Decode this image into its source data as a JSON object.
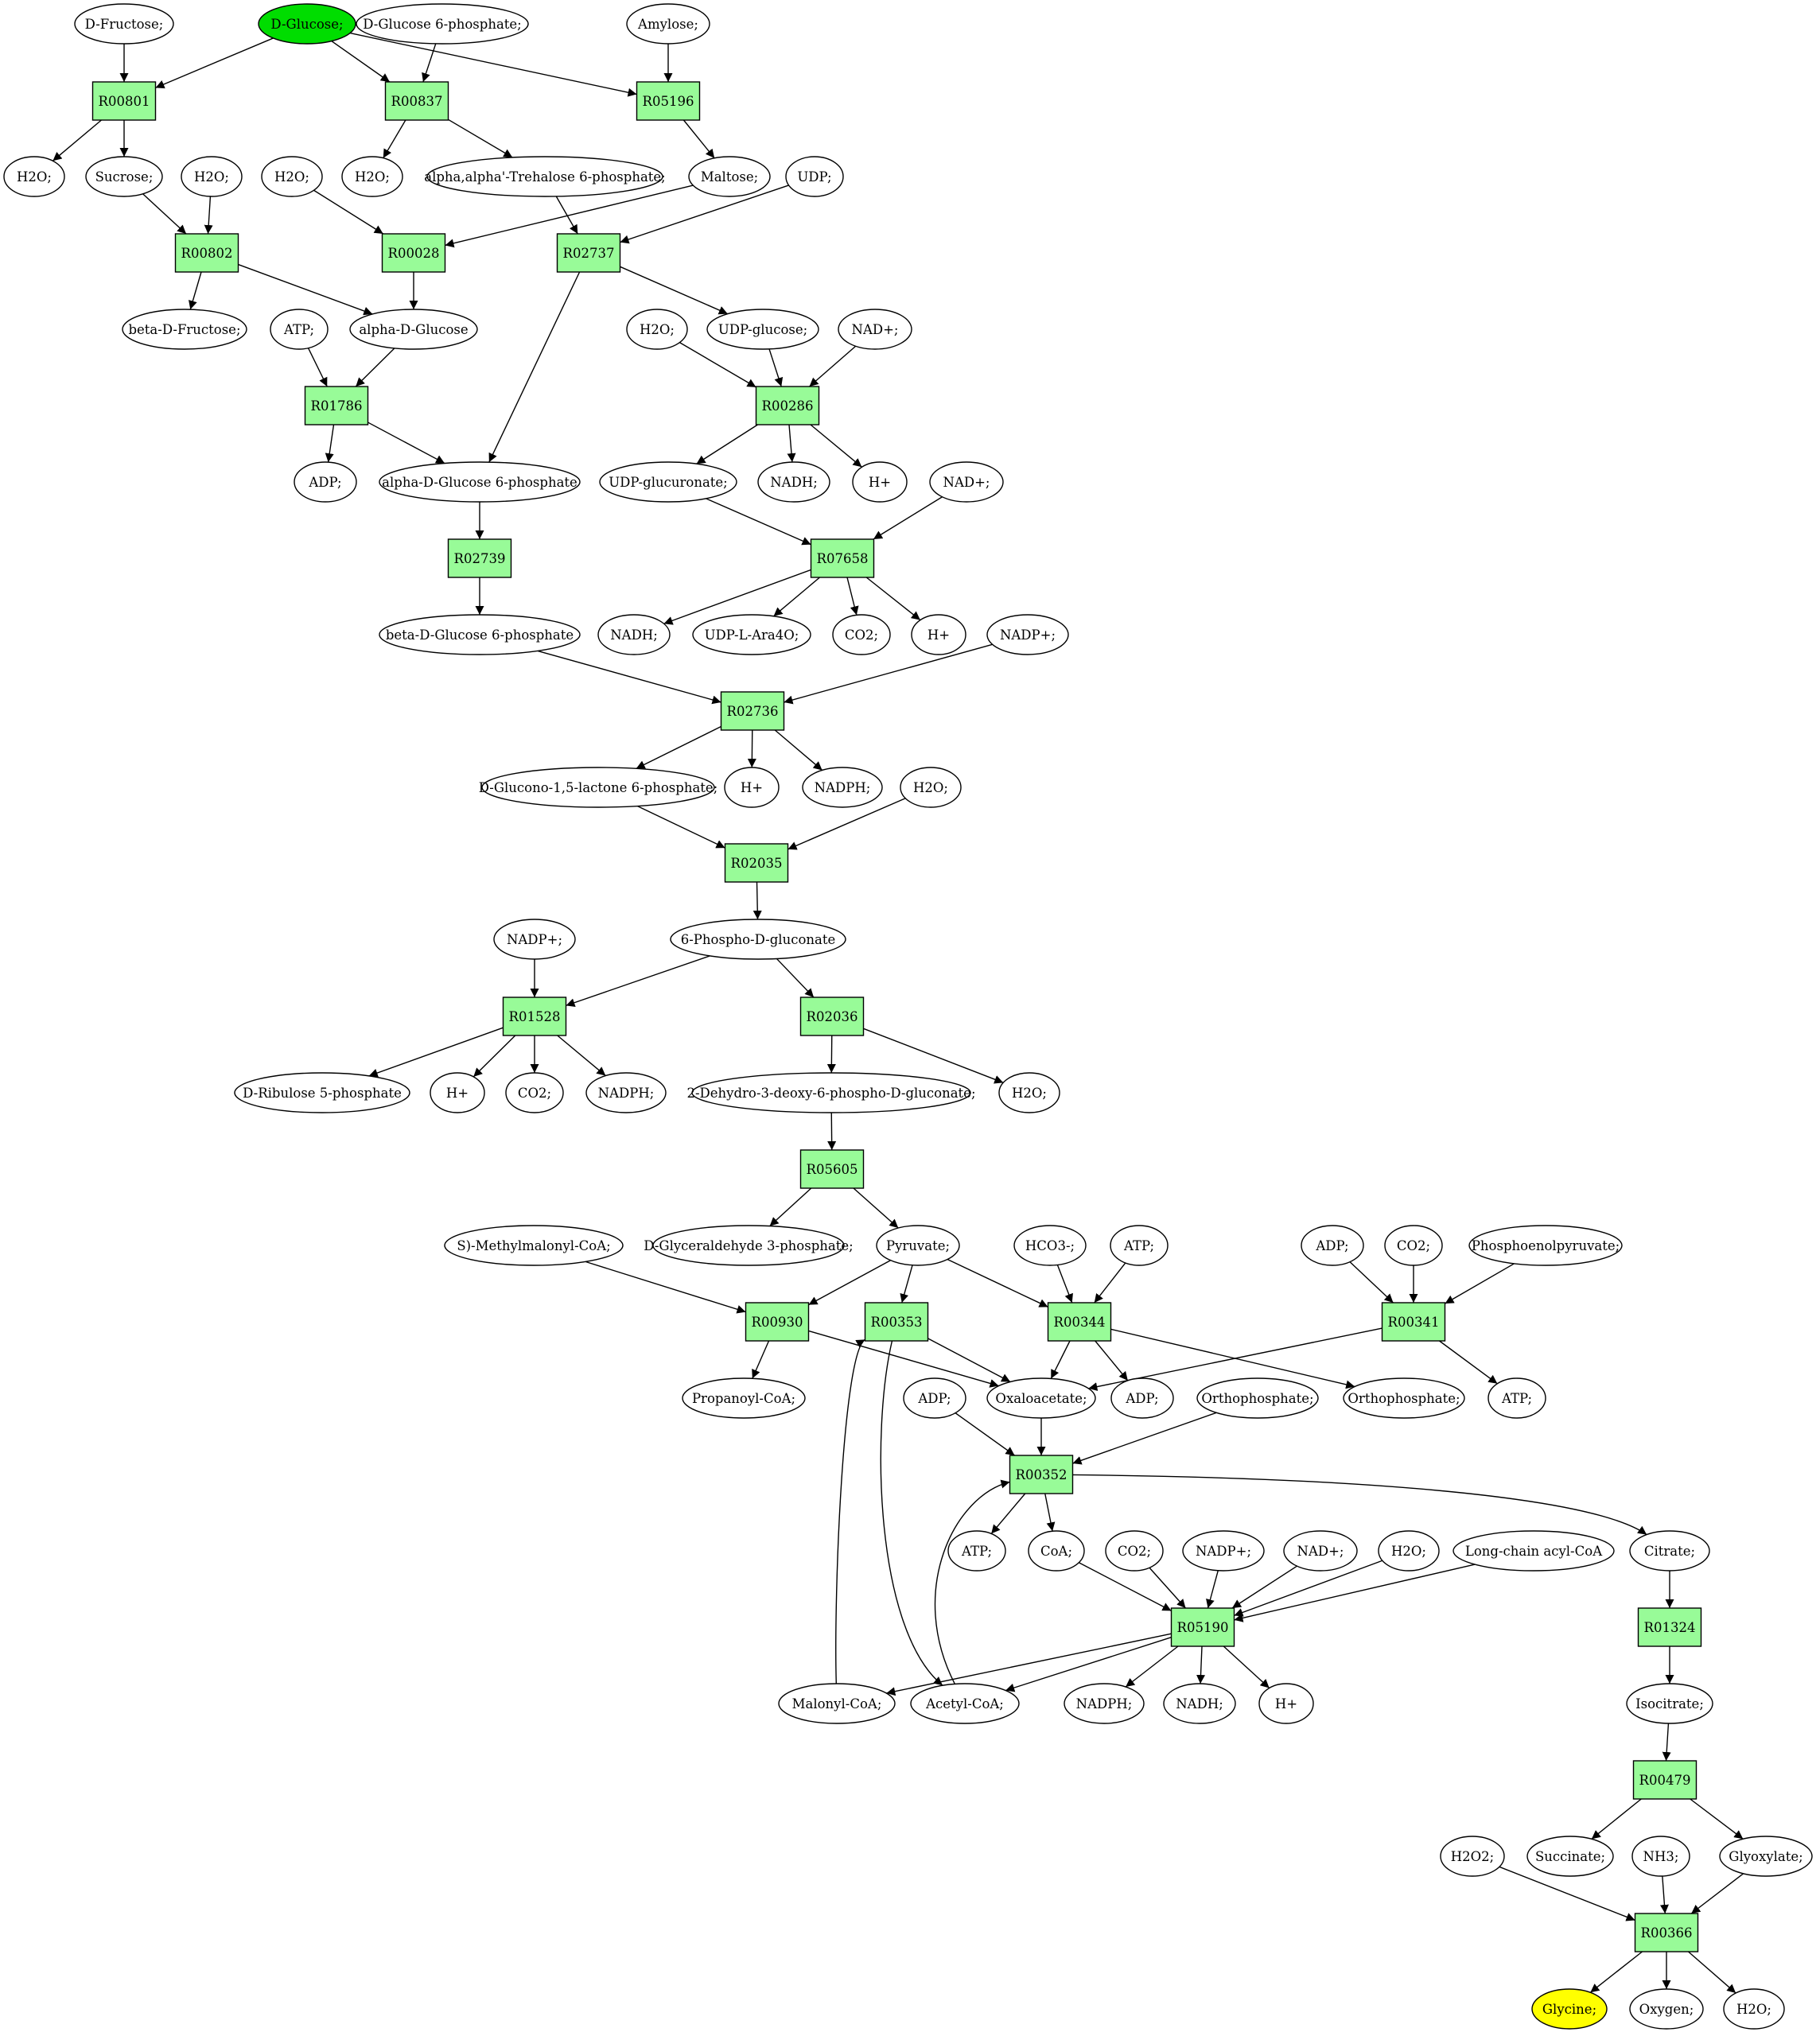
{
  "colors": {
    "reaction_fill": "#98fb98",
    "metabolite_fill": "#ffffff",
    "start_fill": "#00dd00",
    "target_fill": "#ffff00",
    "stroke": "#000000"
  },
  "reactions": [
    {
      "id": "R00801",
      "label": "R00801"
    },
    {
      "id": "R00837",
      "label": "R00837"
    },
    {
      "id": "R05196",
      "label": "R05196"
    },
    {
      "id": "R00802",
      "label": "R00802"
    },
    {
      "id": "R00028",
      "label": "R00028"
    },
    {
      "id": "R02737",
      "label": "R02737"
    },
    {
      "id": "R01786",
      "label": "R01786"
    },
    {
      "id": "R00286",
      "label": "R00286"
    },
    {
      "id": "R02739",
      "label": "R02739"
    },
    {
      "id": "R07658",
      "label": "R07658"
    },
    {
      "id": "R02736",
      "label": "R02736"
    },
    {
      "id": "R02035",
      "label": "R02035"
    },
    {
      "id": "R01528",
      "label": "R01528"
    },
    {
      "id": "R02036",
      "label": "R02036"
    },
    {
      "id": "R05605",
      "label": "R05605"
    },
    {
      "id": "R00930",
      "label": "R00930"
    },
    {
      "id": "R00353",
      "label": "R00353"
    },
    {
      "id": "R00344",
      "label": "R00344"
    },
    {
      "id": "R00341",
      "label": "R00341"
    },
    {
      "id": "R00352",
      "label": "R00352"
    },
    {
      "id": "R05190",
      "label": "R05190"
    },
    {
      "id": "R01324",
      "label": "R01324"
    },
    {
      "id": "R00479",
      "label": "R00479"
    },
    {
      "id": "R00366",
      "label": "R00366"
    }
  ],
  "metabolites": [
    {
      "id": "m_dfructose",
      "label": "D-Fructose;",
      "role": "normal"
    },
    {
      "id": "m_dglucose",
      "label": "D-Glucose;",
      "role": "start"
    },
    {
      "id": "m_dglc6p_top",
      "label": "D-Glucose 6-phosphate;",
      "role": "normal"
    },
    {
      "id": "m_amylose",
      "label": "Amylose;",
      "role": "normal"
    },
    {
      "id": "m_h2o_1",
      "label": "H2O;",
      "role": "normal"
    },
    {
      "id": "m_sucrose",
      "label": "Sucrose;",
      "role": "normal"
    },
    {
      "id": "m_h2o_2",
      "label": "H2O;",
      "role": "normal"
    },
    {
      "id": "m_h2o_3",
      "label": "H2O;",
      "role": "normal"
    },
    {
      "id": "m_h2o_4",
      "label": "H2O;",
      "role": "normal"
    },
    {
      "id": "m_trehalose6p",
      "label": "alpha,alpha'-Trehalose 6-phosphate;",
      "role": "normal"
    },
    {
      "id": "m_maltose",
      "label": "Maltose;",
      "role": "normal"
    },
    {
      "id": "m_udp",
      "label": "UDP;",
      "role": "normal"
    },
    {
      "id": "m_bdfructose",
      "label": "beta-D-Fructose;",
      "role": "normal"
    },
    {
      "id": "m_atp_1",
      "label": "ATP;",
      "role": "normal"
    },
    {
      "id": "m_adglucose",
      "label": "alpha-D-Glucose",
      "role": "normal"
    },
    {
      "id": "m_h2o_5",
      "label": "H2O;",
      "role": "normal"
    },
    {
      "id": "m_udpglucose",
      "label": "UDP-glucose;",
      "role": "normal"
    },
    {
      "id": "m_nad_1",
      "label": "NAD+;",
      "role": "normal"
    },
    {
      "id": "m_adp_1",
      "label": "ADP;",
      "role": "normal"
    },
    {
      "id": "m_adg6p",
      "label": "alpha-D-Glucose 6-phosphate",
      "role": "normal"
    },
    {
      "id": "m_udpglucuronate",
      "label": "UDP-glucuronate;",
      "role": "normal"
    },
    {
      "id": "m_nadh_1",
      "label": "NADH;",
      "role": "normal"
    },
    {
      "id": "m_hplus_1",
      "label": "H+",
      "role": "normal"
    },
    {
      "id": "m_nad_2",
      "label": "NAD+;",
      "role": "normal"
    },
    {
      "id": "m_bdg6p",
      "label": "beta-D-Glucose 6-phosphate",
      "role": "normal"
    },
    {
      "id": "m_nadh_2",
      "label": "NADH;",
      "role": "normal"
    },
    {
      "id": "m_udplara4o",
      "label": "UDP-L-Ara4O;",
      "role": "normal"
    },
    {
      "id": "m_co2_1",
      "label": "CO2;",
      "role": "normal"
    },
    {
      "id": "m_hplus_2",
      "label": "H+",
      "role": "normal"
    },
    {
      "id": "m_nadp_1",
      "label": "NADP+;",
      "role": "normal"
    },
    {
      "id": "m_dglucono",
      "label": "D-Glucono-1,5-lactone 6-phosphate;",
      "role": "normal"
    },
    {
      "id": "m_hplus_3",
      "label": "H+",
      "role": "normal"
    },
    {
      "id": "m_nadph_1",
      "label": "NADPH;",
      "role": "normal"
    },
    {
      "id": "m_h2o_6",
      "label": "H2O;",
      "role": "normal"
    },
    {
      "id": "m_6pgluconate",
      "label": "6-Phospho-D-gluconate",
      "role": "normal"
    },
    {
      "id": "m_nadp_2",
      "label": "NADP+;",
      "role": "normal"
    },
    {
      "id": "m_ribulose5p",
      "label": "D-Ribulose 5-phosphate",
      "role": "normal"
    },
    {
      "id": "m_hplus_4",
      "label": "H+",
      "role": "normal"
    },
    {
      "id": "m_co2_2",
      "label": "CO2;",
      "role": "normal"
    },
    {
      "id": "m_nadph_2",
      "label": "NADPH;",
      "role": "normal"
    },
    {
      "id": "m_kdpg",
      "label": "2-Dehydro-3-deoxy-6-phospho-D-gluconate;",
      "role": "normal"
    },
    {
      "id": "m_h2o_7",
      "label": "H2O;",
      "role": "normal"
    },
    {
      "id": "m_methylmalonylcoa",
      "label": "S)-Methylmalonyl-CoA;",
      "role": "normal"
    },
    {
      "id": "m_g3p",
      "label": "D-Glyceraldehyde 3-phosphate;",
      "role": "normal"
    },
    {
      "id": "m_pyruvate",
      "label": "Pyruvate;",
      "role": "normal"
    },
    {
      "id": "m_hco3",
      "label": "HCO3-;",
      "role": "normal"
    },
    {
      "id": "m_atp_2",
      "label": "ATP;",
      "role": "normal"
    },
    {
      "id": "m_adp_2",
      "label": "ADP;",
      "role": "normal"
    },
    {
      "id": "m_co2_3",
      "label": "CO2;",
      "role": "normal"
    },
    {
      "id": "m_pep",
      "label": "Phosphoenolpyruvate;",
      "role": "normal"
    },
    {
      "id": "m_propanoylcoa",
      "label": "Propanoyl-CoA;",
      "role": "normal"
    },
    {
      "id": "m_adp_3",
      "label": "ADP;",
      "role": "normal"
    },
    {
      "id": "m_oxaloacetate",
      "label": "Oxaloacetate;",
      "role": "normal"
    },
    {
      "id": "m_adp_4",
      "label": "ADP;",
      "role": "normal"
    },
    {
      "id": "m_ortho_1",
      "label": "Orthophosphate;",
      "role": "normal"
    },
    {
      "id": "m_ortho_2",
      "label": "Orthophosphate;",
      "role": "normal"
    },
    {
      "id": "m_atp_3",
      "label": "ATP;",
      "role": "normal"
    },
    {
      "id": "m_atp_4",
      "label": "ATP;",
      "role": "normal"
    },
    {
      "id": "m_coa",
      "label": "CoA;",
      "role": "normal"
    },
    {
      "id": "m_co2_4",
      "label": "CO2;",
      "role": "normal"
    },
    {
      "id": "m_nadp_3",
      "label": "NADP+;",
      "role": "normal"
    },
    {
      "id": "m_nad_3",
      "label": "NAD+;",
      "role": "normal"
    },
    {
      "id": "m_h2o_8",
      "label": "H2O;",
      "role": "normal"
    },
    {
      "id": "m_lcacylcoa",
      "label": "Long-chain acyl-CoA",
      "role": "normal"
    },
    {
      "id": "m_citrate",
      "label": "Citrate;",
      "role": "normal"
    },
    {
      "id": "m_malonylcoa",
      "label": "Malonyl-CoA;",
      "role": "normal"
    },
    {
      "id": "m_acetylcoa",
      "label": "Acetyl-CoA;",
      "role": "normal"
    },
    {
      "id": "m_nadph_3",
      "label": "NADPH;",
      "role": "normal"
    },
    {
      "id": "m_nadh_3",
      "label": "NADH;",
      "role": "normal"
    },
    {
      "id": "m_hplus_5",
      "label": "H+",
      "role": "normal"
    },
    {
      "id": "m_isocitrate",
      "label": "Isocitrate;",
      "role": "normal"
    },
    {
      "id": "m_h2o2",
      "label": "H2O2;",
      "role": "normal"
    },
    {
      "id": "m_succinate",
      "label": "Succinate;",
      "role": "normal"
    },
    {
      "id": "m_nh3",
      "label": "NH3;",
      "role": "normal"
    },
    {
      "id": "m_glyoxylate",
      "label": "Glyoxylate;",
      "role": "normal"
    },
    {
      "id": "m_glycine",
      "label": "Glycine;",
      "role": "target"
    },
    {
      "id": "m_oxygen",
      "label": "Oxygen;",
      "role": "normal"
    },
    {
      "id": "m_h2o_9",
      "label": "H2O;",
      "role": "normal"
    }
  ],
  "edges": [
    [
      "m_dfructose",
      "R00801"
    ],
    [
      "m_dglucose",
      "R00801"
    ],
    [
      "R00801",
      "m_h2o_1"
    ],
    [
      "R00801",
      "m_sucrose"
    ],
    [
      "m_dglucose",
      "R00837"
    ],
    [
      "m_dglc6p_top",
      "R00837"
    ],
    [
      "R00837",
      "m_h2o_3"
    ],
    [
      "R00837",
      "m_trehalose6p"
    ],
    [
      "m_dglucose",
      "R05196"
    ],
    [
      "m_amylose",
      "R05196"
    ],
    [
      "R05196",
      "m_maltose"
    ],
    [
      "m_sucrose",
      "R00802"
    ],
    [
      "m_h2o_2",
      "R00802"
    ],
    [
      "R00802",
      "m_bdfructose"
    ],
    [
      "R00802",
      "m_adglucose"
    ],
    [
      "m_h2o_4",
      "R00028"
    ],
    [
      "m_maltose",
      "R00028"
    ],
    [
      "R00028",
      "m_adglucose"
    ],
    [
      "m_trehalose6p",
      "R02737"
    ],
    [
      "m_udp",
      "R02737"
    ],
    [
      "R02737",
      "m_adg6p"
    ],
    [
      "R02737",
      "m_udpglucose"
    ],
    [
      "m_atp_1",
      "R01786"
    ],
    [
      "m_adglucose",
      "R01786"
    ],
    [
      "R01786",
      "m_adp_1"
    ],
    [
      "R01786",
      "m_adg6p"
    ],
    [
      "m_h2o_5",
      "R00286"
    ],
    [
      "m_udpglucose",
      "R00286"
    ],
    [
      "m_nad_1",
      "R00286"
    ],
    [
      "R00286",
      "m_udpglucuronate"
    ],
    [
      "R00286",
      "m_nadh_1"
    ],
    [
      "R00286",
      "m_hplus_1"
    ],
    [
      "m_adg6p",
      "R02739"
    ],
    [
      "R02739",
      "m_bdg6p"
    ],
    [
      "m_udpglucuronate",
      "R07658"
    ],
    [
      "m_nad_2",
      "R07658"
    ],
    [
      "R07658",
      "m_nadh_2"
    ],
    [
      "R07658",
      "m_udplara4o"
    ],
    [
      "R07658",
      "m_co2_1"
    ],
    [
      "R07658",
      "m_hplus_2"
    ],
    [
      "m_bdg6p",
      "R02736"
    ],
    [
      "m_nadp_1",
      "R02736"
    ],
    [
      "R02736",
      "m_dglucono"
    ],
    [
      "R02736",
      "m_hplus_3"
    ],
    [
      "R02736",
      "m_nadph_1"
    ],
    [
      "m_dglucono",
      "R02035"
    ],
    [
      "m_h2o_6",
      "R02035"
    ],
    [
      "R02035",
      "m_6pgluconate"
    ],
    [
      "m_nadp_2",
      "R01528"
    ],
    [
      "m_6pgluconate",
      "R01528"
    ],
    [
      "R01528",
      "m_ribulose5p"
    ],
    [
      "R01528",
      "m_hplus_4"
    ],
    [
      "R01528",
      "m_co2_2"
    ],
    [
      "R01528",
      "m_nadph_2"
    ],
    [
      "m_6pgluconate",
      "R02036"
    ],
    [
      "R02036",
      "m_kdpg"
    ],
    [
      "R02036",
      "m_h2o_7"
    ],
    [
      "m_kdpg",
      "R05605"
    ],
    [
      "R05605",
      "m_g3p"
    ],
    [
      "R05605",
      "m_pyruvate"
    ],
    [
      "m_methylmalonylcoa",
      "R00930"
    ],
    [
      "m_pyruvate",
      "R00930"
    ],
    [
      "R00930",
      "m_propanoylcoa"
    ],
    [
      "R00930",
      "m_oxaloacetate"
    ],
    [
      "m_pyruvate",
      "R00353"
    ],
    [
      "m_malonylcoa",
      "R00353"
    ],
    [
      "R00353",
      "m_oxaloacetate"
    ],
    [
      "R00353",
      "m_acetylcoa"
    ],
    [
      "m_pyruvate",
      "R00344"
    ],
    [
      "m_hco3",
      "R00344"
    ],
    [
      "m_atp_2",
      "R00344"
    ],
    [
      "R00344",
      "m_oxaloacetate"
    ],
    [
      "R00344",
      "m_adp_3"
    ],
    [
      "R00344",
      "m_ortho_2"
    ],
    [
      "m_adp_2",
      "R00341"
    ],
    [
      "m_co2_3",
      "R00341"
    ],
    [
      "m_pep",
      "R00341"
    ],
    [
      "R00341",
      "m_oxaloacetate"
    ],
    [
      "R00341",
      "m_atp_3"
    ],
    [
      "m_adp_4",
      "R00352"
    ],
    [
      "m_oxaloacetate",
      "R00352"
    ],
    [
      "m_ortho_1",
      "R00352"
    ],
    [
      "m_acetylcoa",
      "R00352"
    ],
    [
      "R00352",
      "m_atp_4"
    ],
    [
      "R00352",
      "m_coa"
    ],
    [
      "R00352",
      "m_citrate"
    ],
    [
      "m_coa",
      "R05190"
    ],
    [
      "m_co2_4",
      "R05190"
    ],
    [
      "m_nadp_3",
      "R05190"
    ],
    [
      "m_nad_3",
      "R05190"
    ],
    [
      "m_h2o_8",
      "R05190"
    ],
    [
      "m_lcacylcoa",
      "R05190"
    ],
    [
      "R05190",
      "m_malonylcoa"
    ],
    [
      "R05190",
      "m_acetylcoa"
    ],
    [
      "R05190",
      "m_nadph_3"
    ],
    [
      "R05190",
      "m_nadh_3"
    ],
    [
      "R05190",
      "m_hplus_5"
    ],
    [
      "m_citrate",
      "R01324"
    ],
    [
      "R01324",
      "m_isocitrate"
    ],
    [
      "m_isocitrate",
      "R00479"
    ],
    [
      "R00479",
      "m_succinate"
    ],
    [
      "R00479",
      "m_glyoxylate"
    ],
    [
      "m_h2o2",
      "R00366"
    ],
    [
      "m_nh3",
      "R00366"
    ],
    [
      "m_glyoxylate",
      "R00366"
    ],
    [
      "R00366",
      "m_glycine"
    ],
    [
      "R00366",
      "m_oxygen"
    ],
    [
      "R00366",
      "m_h2o_9"
    ]
  ]
}
